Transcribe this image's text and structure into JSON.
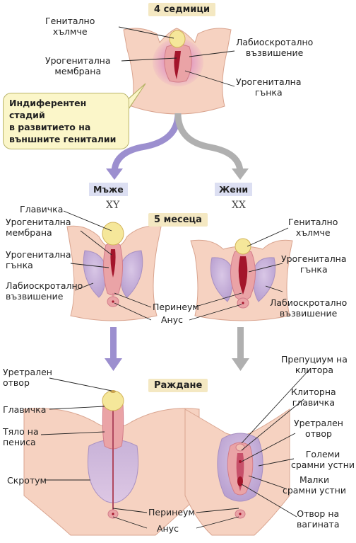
{
  "stages": {
    "week4": "4 седмици",
    "month5": "5 месеца",
    "birth": "Раждане"
  },
  "callout": {
    "line1": "Индиферентен стадий",
    "line2": "в развитието на",
    "line3": "външните гениталии"
  },
  "sexes": {
    "male": "Мъже",
    "female": "Жени",
    "male_chrom": "XY",
    "female_chrom": "XX"
  },
  "week4_labels": {
    "genital_tubercle": [
      "Генитално",
      "хълмче"
    ],
    "urogenital_membrane": [
      "Урогенитална",
      "мембрана"
    ],
    "labioscrotal_swelling": [
      "Лабиоскротално",
      "възвишение"
    ],
    "urogenital_fold": [
      "Урогенитална",
      "гънка"
    ]
  },
  "male5_labels": {
    "glans": "Главичка",
    "urogenital_membrane": [
      "Урогенитална",
      "мембрана"
    ],
    "urogenital_fold": [
      "Урогенитална",
      "гънка"
    ],
    "labioscrotal_swelling": [
      "Лабиоскротално",
      "възвишение"
    ]
  },
  "female5_labels": {
    "genital_tubercle": [
      "Генитално",
      "хълмче"
    ],
    "urogenital_fold": [
      "Урогенитална",
      "гънка"
    ],
    "labioscrotal_swelling": [
      "Лабиоскротално",
      "възвишение"
    ]
  },
  "shared5_labels": {
    "perineum": "Перинеум",
    "anus": "Анус"
  },
  "male_birth_labels": {
    "urethral_opening": [
      "Уретрален",
      "отвор"
    ],
    "glans": "Главичка",
    "shaft": [
      "Тяло на",
      "пениса"
    ],
    "scrotum": "Скротум"
  },
  "female_birth_labels": {
    "prepuce": [
      "Препуциум на",
      "клитора"
    ],
    "clitoral_glans": [
      "Клиторна",
      "главичка"
    ],
    "urethral_opening": [
      "Уретрален",
      "отвор"
    ],
    "labia_majora": [
      "Големи",
      "срамни устни"
    ],
    "labia_minora": [
      "Малки",
      "срамни устни"
    ],
    "vaginal_opening": [
      "Отвор на",
      "вагината"
    ]
  },
  "birth_shared_labels": {
    "perineum": "Перинеум",
    "anus": "Анус"
  },
  "colors": {
    "skin": "#f6d2c1",
    "skin_edge": "#d9a48f",
    "lavender": "#c9b4dc",
    "pink": "#eaa3a6",
    "dark_red": "#a3152b",
    "tubercle": "#f5e79a",
    "arrow_purple": "#9c8fcf",
    "arrow_gray": "#b0b0b0"
  }
}
